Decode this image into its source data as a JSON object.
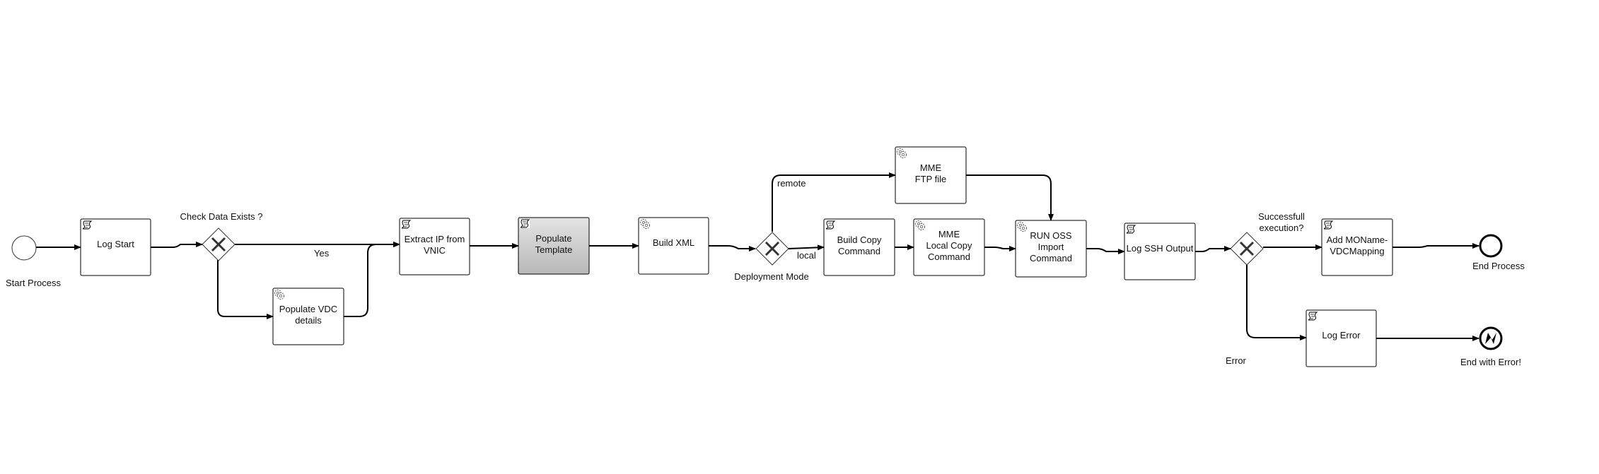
{
  "diagram": {
    "events": {
      "start": {
        "label": "Start Process"
      },
      "end": {
        "label": "End Process"
      },
      "end_error": {
        "label": "End with Error!"
      }
    },
    "gateways": {
      "check_data": {
        "label": "Check Data Exists ?"
      },
      "deployment": {
        "label": "Deployment Mode"
      },
      "success": {
        "label_line1": "Successfull",
        "label_line2": "execution?"
      }
    },
    "tasks": {
      "log_start": {
        "lines": [
          "Log Start"
        ],
        "kind": "script"
      },
      "populate_vdc": {
        "lines": [
          "Populate VDC",
          "details"
        ],
        "kind": "service"
      },
      "extract_ip": {
        "lines": [
          "Extract IP from",
          "VNIC"
        ],
        "kind": "script"
      },
      "populate_template": {
        "lines": [
          "Populate",
          "Template"
        ],
        "kind": "script"
      },
      "build_xml": {
        "lines": [
          "Build XML"
        ],
        "kind": "service"
      },
      "mme_ftp": {
        "lines": [
          "MME",
          "FTP file"
        ],
        "kind": "service"
      },
      "build_copy": {
        "lines": [
          "Build Copy",
          "Command"
        ],
        "kind": "script"
      },
      "mme_local_copy": {
        "lines": [
          "MME",
          "Local Copy",
          "Command"
        ],
        "kind": "service"
      },
      "run_oss": {
        "lines": [
          "RUN OSS",
          "Import",
          "Command"
        ],
        "kind": "service"
      },
      "log_ssh": {
        "lines": [
          "Log SSH Output"
        ],
        "kind": "script"
      },
      "add_moname": {
        "lines": [
          "Add MOName-",
          "VDCMapping"
        ],
        "kind": "script"
      },
      "log_error": {
        "lines": [
          "Log Error"
        ],
        "kind": "script"
      }
    },
    "flow_labels": {
      "yes": "Yes",
      "remote": "remote",
      "local": "local",
      "error": "Error"
    }
  }
}
